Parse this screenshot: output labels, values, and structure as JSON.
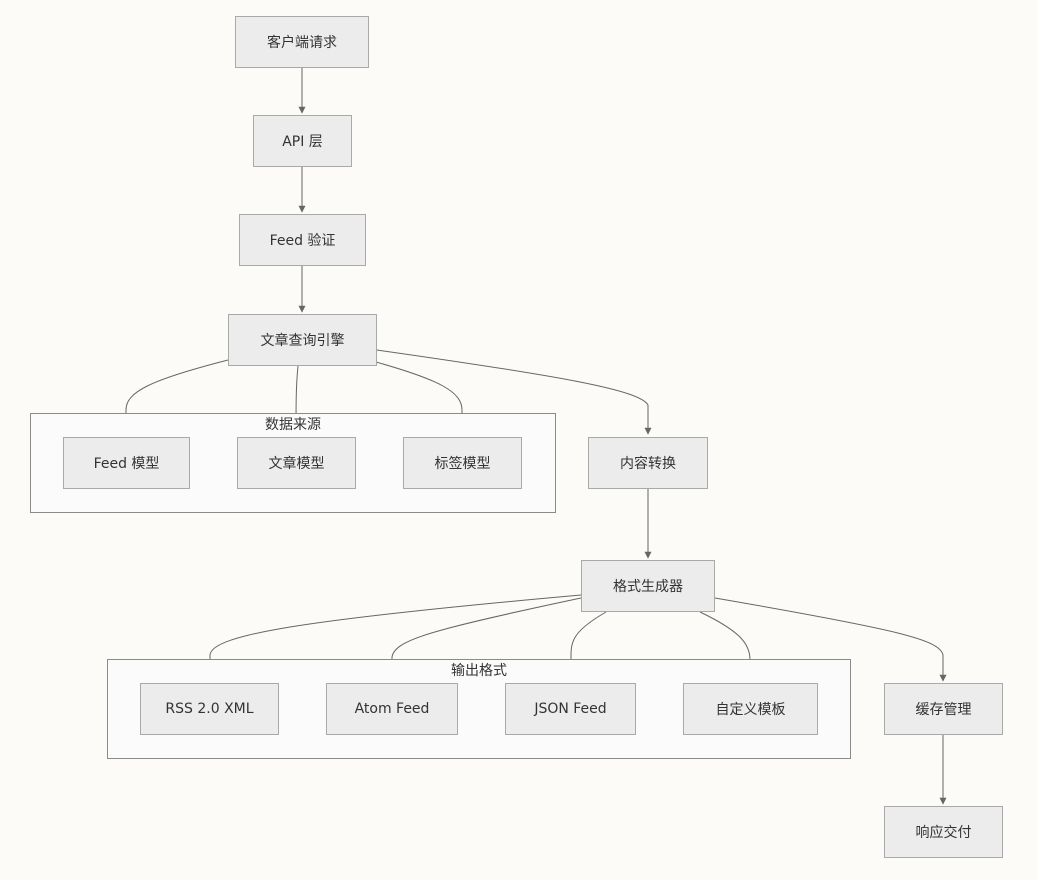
{
  "nodes": {
    "client_request": "客户端请求",
    "api_layer": "API 层",
    "feed_validation": "Feed 验证",
    "article_query_engine": "文章查询引擎",
    "feed_model": "Feed 模型",
    "article_model": "文章模型",
    "tag_model": "标签模型",
    "content_transform": "内容转换",
    "format_generator": "格式生成器",
    "rss_xml": "RSS 2.0 XML",
    "atom_feed": "Atom Feed",
    "json_feed": "JSON Feed",
    "custom_template": "自定义模板",
    "cache_management": "缓存管理",
    "response_delivery": "响应交付"
  },
  "groups": {
    "data_sources": "数据来源",
    "output_formats": "输出格式"
  },
  "edges": [
    [
      "client_request",
      "api_layer"
    ],
    [
      "api_layer",
      "feed_validation"
    ],
    [
      "feed_validation",
      "article_query_engine"
    ],
    [
      "article_query_engine",
      "feed_model"
    ],
    [
      "article_query_engine",
      "article_model"
    ],
    [
      "article_query_engine",
      "tag_model"
    ],
    [
      "article_query_engine",
      "content_transform"
    ],
    [
      "content_transform",
      "format_generator"
    ],
    [
      "format_generator",
      "rss_xml"
    ],
    [
      "format_generator",
      "atom_feed"
    ],
    [
      "format_generator",
      "json_feed"
    ],
    [
      "format_generator",
      "custom_template"
    ],
    [
      "format_generator",
      "cache_management"
    ],
    [
      "cache_management",
      "response_delivery"
    ]
  ],
  "colors": {
    "node_fill": "#ececec",
    "node_border": "#a9a9a9",
    "group_border": "#8a8a8a",
    "edge": "#666666",
    "text": "#333333",
    "background": "#fcfbf8"
  }
}
